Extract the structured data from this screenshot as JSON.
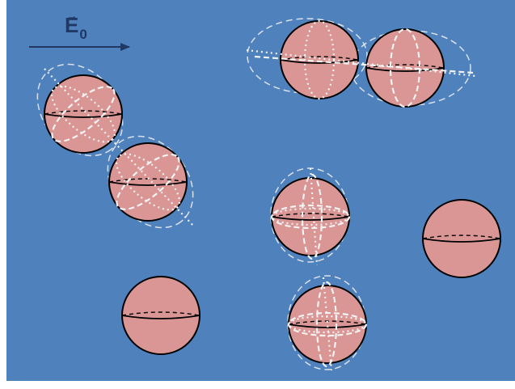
{
  "field": {
    "label_symbol": "E",
    "label_subscript": "0",
    "arrow": "vector-arrow"
  },
  "colors": {
    "background": "#4F81BD",
    "sphere_fill": "#D99694",
    "sphere_stroke": "#000000",
    "field_overlay": "#F2F2F2",
    "field_label": "#1F3864"
  },
  "groups": [
    {
      "name": "tilted-dimer-left",
      "spheres": 2,
      "polarized": true
    },
    {
      "name": "horizontal-dimer-top",
      "spheres": 2,
      "polarized": true
    },
    {
      "name": "single-polarized-center",
      "spheres": 1,
      "polarized": true
    },
    {
      "name": "single-polarized-bottom",
      "spheres": 1,
      "polarized": true
    },
    {
      "name": "single-unpolarized-right",
      "spheres": 1,
      "polarized": false
    },
    {
      "name": "single-unpolarized-bottom-left",
      "spheres": 1,
      "polarized": false
    }
  ]
}
